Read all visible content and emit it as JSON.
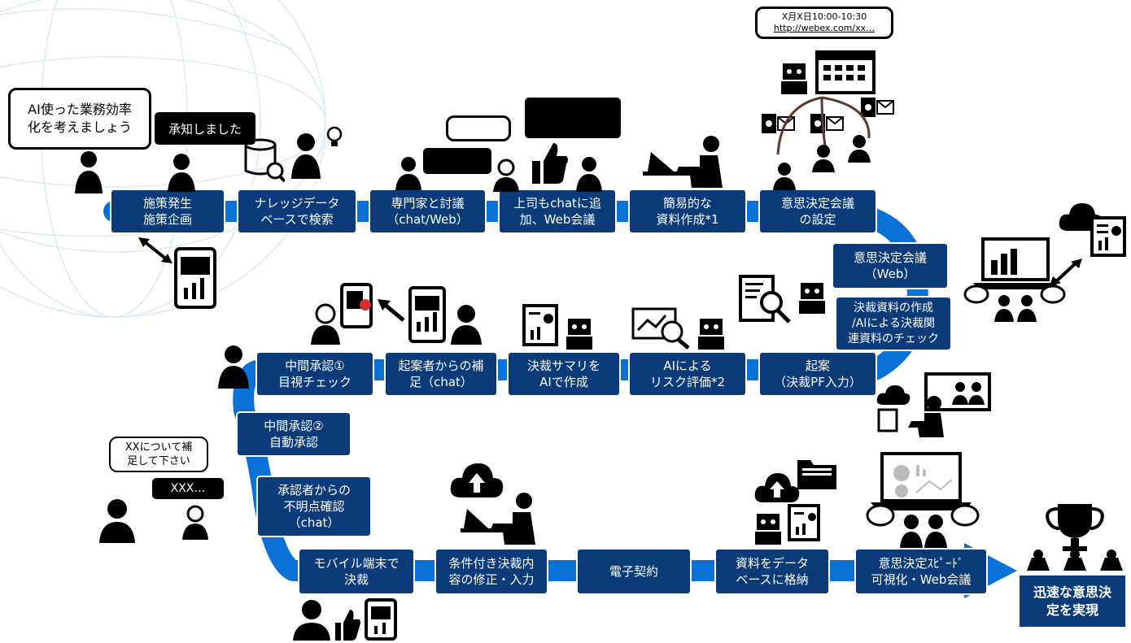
{
  "steps": {
    "s1": [
      "施策発生",
      "施策企画"
    ],
    "s2": [
      "ナレッジデータ",
      "ベースで検索"
    ],
    "s3": [
      "専門家と討議",
      "（chat/Web）"
    ],
    "s4": [
      "上司もchatに追",
      "加、Web会議"
    ],
    "s5": [
      "簡易的な",
      "資料作成*1"
    ],
    "s6": [
      "意思決定会議",
      "の設定"
    ],
    "s7": [
      "意思決定会議",
      "（Web）"
    ],
    "s8": [
      "決裁資料の作成",
      "/AIによる決裁関",
      "連資料のチェック"
    ],
    "s9": [
      "起案",
      "（決裁PF入力）"
    ],
    "s10": [
      "AIによる",
      "リスク評価*2"
    ],
    "s11": [
      "決裁サマリを",
      "AIで作成"
    ],
    "s12": [
      "起案者からの補",
      "足（chat）"
    ],
    "s13": [
      "中間承認①",
      "目視チェック"
    ],
    "s14": [
      "中間承認②",
      "自動承認"
    ],
    "s15": [
      "承認者からの",
      "不明点確認",
      "（chat）"
    ],
    "s16": [
      "モバイル端末で",
      "決裁"
    ],
    "s17": [
      "条件付き決裁内",
      "容の修正・入力"
    ],
    "s18": [
      "電子契約"
    ],
    "s19": [
      "資料をデータ",
      "ベースに格納"
    ],
    "s20": [
      "意思決定ｽﾋﾟｰﾄﾞ",
      "可視化・Web会議"
    ]
  },
  "goal": [
    "迅速な意思決",
    "定を実現"
  ],
  "bubbles": {
    "ai_proposal": [
      "AI使った業務効率",
      "化を考えましょう"
    ],
    "acknowledged": "承知しました",
    "schedule": [
      "X月X日10:00-10:30",
      "http://webex.com/xx…"
    ],
    "supplement_request": [
      "XXについて補",
      "足して下さい"
    ],
    "reply": "XXX…"
  },
  "colors": {
    "box": "#0b3b78",
    "path": "#0a72d6",
    "icon": "#000000",
    "badge": "#d32f2f"
  },
  "icons": [
    "person-icon",
    "database-search-icon",
    "lightbulb-icon",
    "thumbs-up-icon",
    "robot-icon",
    "calendar-icon",
    "outlook-mail-icon",
    "laptop-chart-icon",
    "cloud-upload-icon",
    "tablet-icon",
    "trophy-icon",
    "document-search-icon",
    "folder-icon"
  ]
}
